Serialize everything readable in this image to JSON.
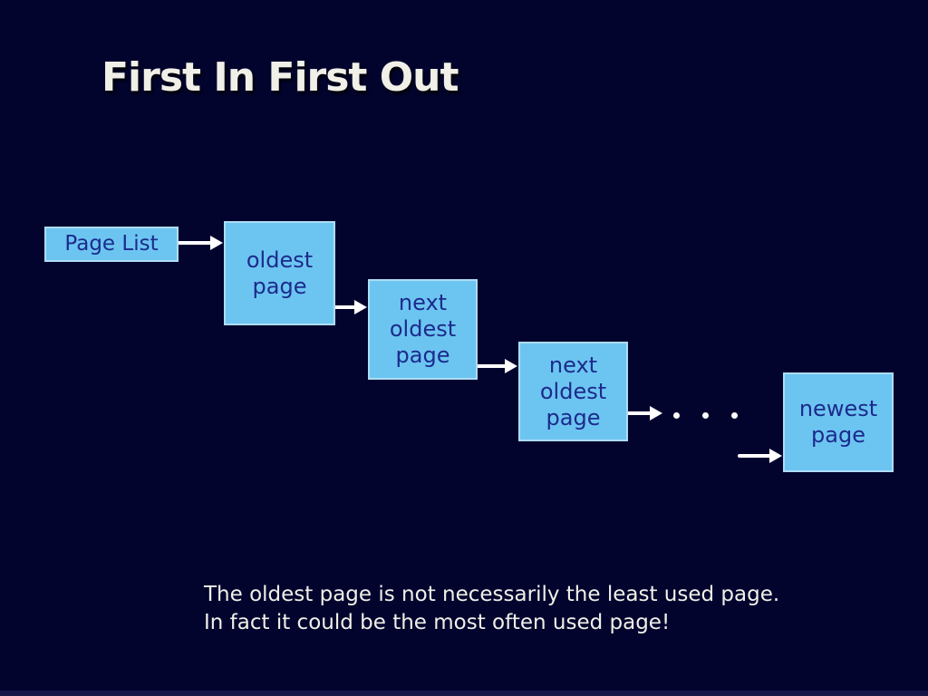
{
  "slide": {
    "title": "First In First Out",
    "caption_line1": "The oldest page is not necessarily the least used page.",
    "caption_line2": "In fact it could be the most often used page!"
  },
  "diagram": {
    "nodes": [
      {
        "id": "page-list",
        "label": "Page List"
      },
      {
        "id": "oldest-page",
        "label": "oldest\npage"
      },
      {
        "id": "next-oldest-page-1",
        "label": "next\noldest\npage"
      },
      {
        "id": "next-oldest-page-2",
        "label": "next\noldest\npage"
      },
      {
        "id": "newest-page",
        "label": "newest\npage"
      }
    ],
    "ellipsis": ". . ."
  },
  "colors": {
    "background": "#03042e",
    "box_fill": "#6cc5f1",
    "box_border": "#aedcf5",
    "box_text": "#1c2b8c",
    "title_text": "#f0f0e8",
    "arrow": "#ffffff",
    "edge_strip": "#161648"
  }
}
